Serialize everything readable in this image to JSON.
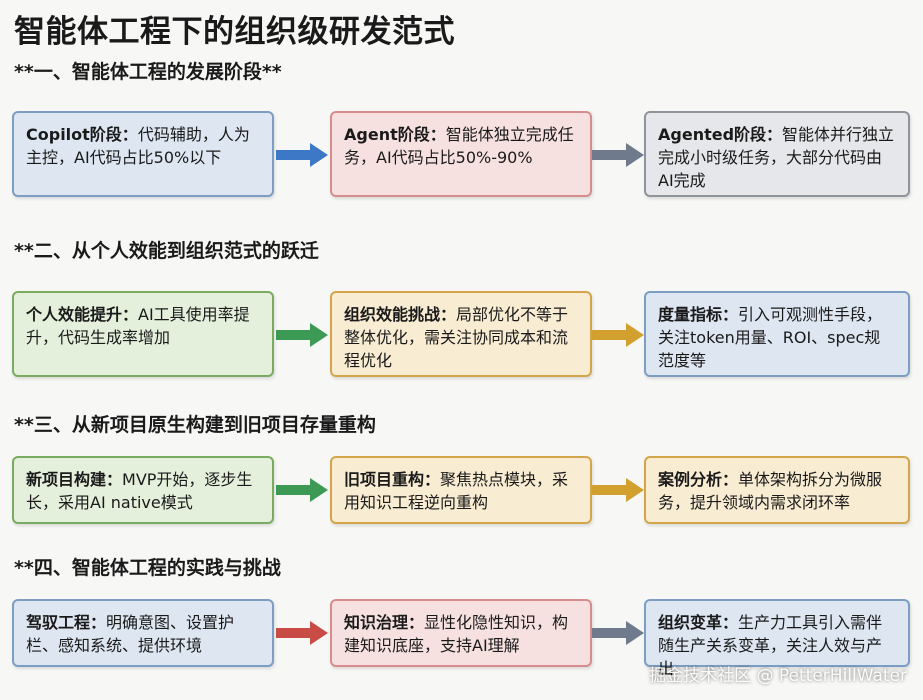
{
  "title": "智能体工程下的组织级研发范式",
  "sections": [
    {
      "heading": "**一、智能体工程的发展阶段**",
      "boxes": [
        {
          "label": "Copilot阶段：",
          "text": "代码辅助，人为主控，AI代码占比50%以下"
        },
        {
          "label": "Agent阶段：",
          "text": "智能体独立完成任务，AI代码占比50%-90%"
        },
        {
          "label": "Agented阶段：",
          "text": "智能体并行独立完成小时级任务，大部分代码由AI完成"
        }
      ],
      "arrow_colors": [
        "#3d78c6",
        "#6f7b8c"
      ]
    },
    {
      "heading": "**二、从个人效能到组织范式的跃迁",
      "boxes": [
        {
          "label": "个人效能提升：",
          "text": "AI工具使用率提升，代码生成率增加"
        },
        {
          "label": "组织效能挑战：",
          "text": "局部优化不等于整体优化，需关注协同成本和流程优化"
        },
        {
          "label": "度量指标：",
          "text": "引入可观测性手段，关注token用量、ROI、spec规范度等"
        }
      ],
      "arrow_colors": [
        "#3c9a55",
        "#d1a02f"
      ]
    },
    {
      "heading": "**三、从新项目原生构建到旧项目存量重构",
      "boxes": [
        {
          "label": "新项目构建：",
          "text": "MVP开始，逐步生长，采用AI native模式"
        },
        {
          "label": "旧项目重构：",
          "text": "聚焦热点模块，采用知识工程逆向重构"
        },
        {
          "label": "案例分析：",
          "text": "单体架构拆分为微服务，提升领域内需求闭环率"
        }
      ],
      "arrow_colors": [
        "#3c9a55",
        "#d1a02f"
      ]
    },
    {
      "heading": "**四、智能体工程的实践与挑战",
      "boxes": [
        {
          "label": "驾驭工程：",
          "text": "明确意图、设置护栏、感知系统、提供环境"
        },
        {
          "label": "知识治理：",
          "text": "显性化隐性知识，构建知识底座，支持AI理解"
        },
        {
          "label": "组织变革：",
          "text": "生产力工具引入需伴随生产关系变革，关注人效与产出"
        }
      ],
      "arrow_colors": [
        "#c94b45",
        "#6f7b8c"
      ]
    }
  ],
  "watermark": "掘金技术社区 @ PetterHillWater"
}
